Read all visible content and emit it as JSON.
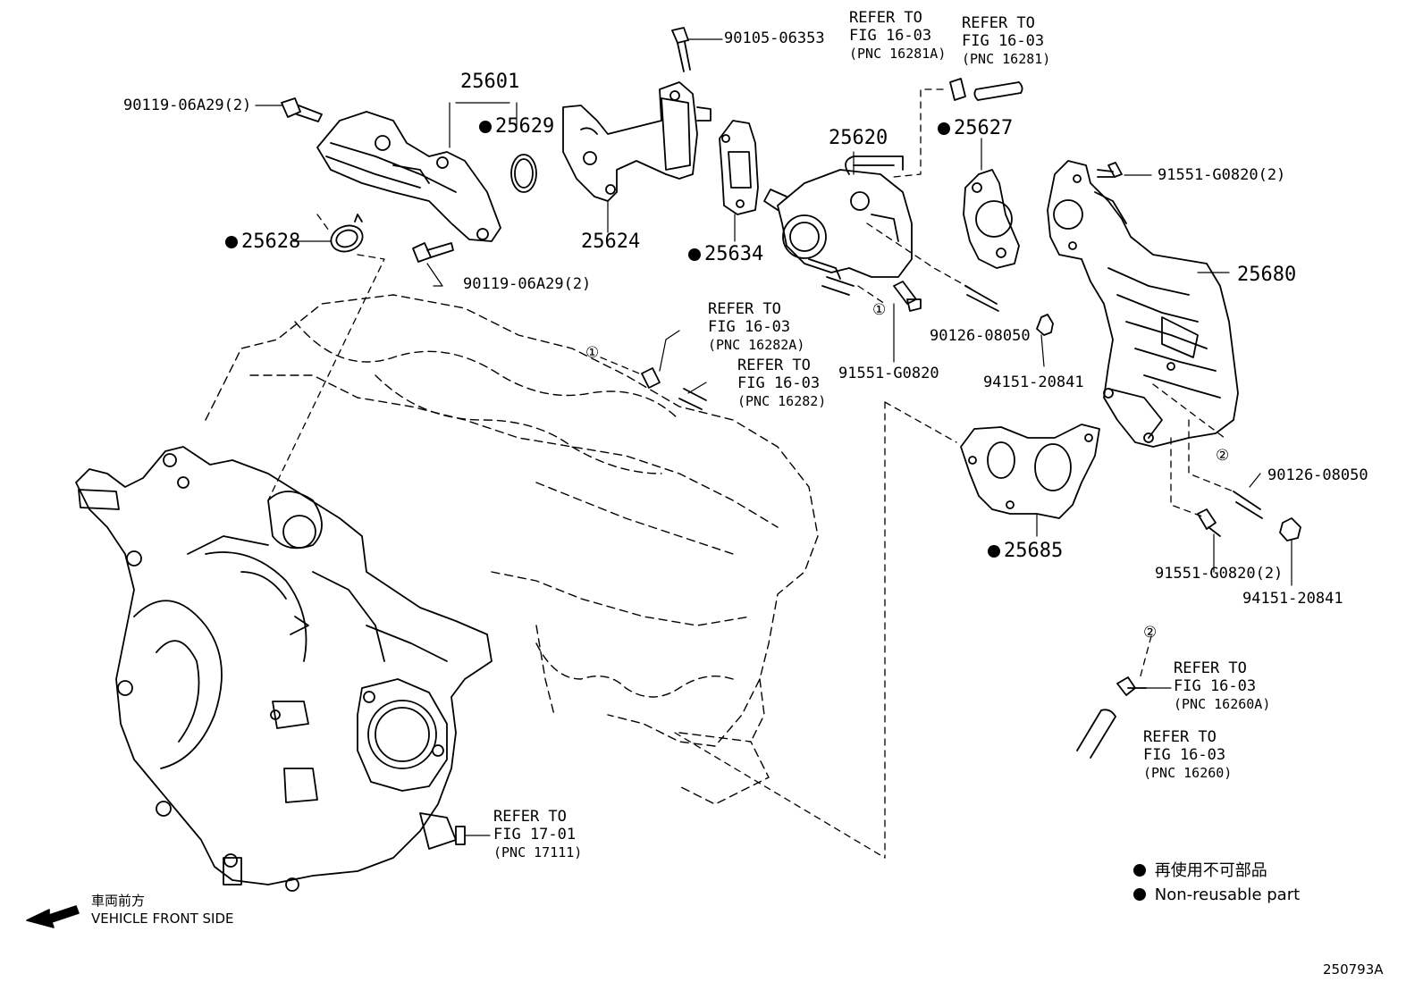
{
  "parts": {
    "p25601": "25601",
    "p25629": "25629",
    "p25628": "25628",
    "p25624": "25624",
    "p25634": "25634",
    "p25620": "25620",
    "p25627": "25627",
    "p25680": "25680",
    "p25685": "25685"
  },
  "fasteners": {
    "b90105": "90105-06353",
    "b90119_top": "90119-06A29(2)",
    "b90119_bot": "90119-06A29(2)",
    "b91551_top": "91551-G0820(2)",
    "b91551_mid": "91551-G0820",
    "b91551_bot": "91551-G0820(2)",
    "s90126_mid": "90126-08050",
    "s90126_right": "90126-08050",
    "n94151_mid": "94151-20841",
    "n94151_right": "94151-20841"
  },
  "refs": {
    "r16281a": {
      "line1": "REFER TO",
      "line2": "FIG 16-03",
      "line3": "(PNC 16281A)"
    },
    "r16281": {
      "line1": "REFER TO",
      "line2": "FIG 16-03",
      "line3": "(PNC 16281)"
    },
    "r16282a": {
      "line1": "REFER TO",
      "line2": "FIG 16-03",
      "line3": "(PNC 16282A)"
    },
    "r16282": {
      "line1": "REFER TO",
      "line2": "FIG 16-03",
      "line3": "(PNC 16282)"
    },
    "r16260a": {
      "line1": "REFER TO",
      "line2": "FIG 16-03",
      "line3": "(PNC 16260A)"
    },
    "r16260": {
      "line1": "REFER TO",
      "line2": "FIG 16-03",
      "line3": "(PNC 16260)"
    },
    "r17111": {
      "line1": "REFER TO",
      "line2": "FIG 17-01",
      "line3": "(PNC 17111)"
    }
  },
  "markers": {
    "one": "①",
    "two": "②"
  },
  "legend": {
    "japanese": "再使用不可部品",
    "english": "Non-reusable part"
  },
  "front": {
    "japanese": "車両前方",
    "english": "VEHICLE FRONT SIDE"
  },
  "figure_id": "250793A"
}
